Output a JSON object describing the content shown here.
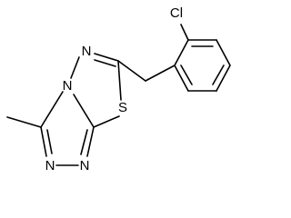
{
  "molecule": {
    "atoms": [
      {
        "id": "cl",
        "element": "Cl",
        "label": "Cl",
        "color": "#000000"
      },
      {
        "id": "n_imine",
        "element": "N",
        "label": "N",
        "color": "#000000"
      },
      {
        "id": "n_bridge",
        "element": "N",
        "label": "N",
        "color": "#000000"
      },
      {
        "id": "s_ring",
        "element": "S",
        "label": "S",
        "color": "#000000"
      },
      {
        "id": "n_bottom_left",
        "element": "N",
        "label": "N",
        "color": "#000000"
      },
      {
        "id": "n_bottom_right",
        "element": "N",
        "label": "N",
        "color": "#000000"
      }
    ],
    "bond_color": "#000000",
    "background": "#ffffff"
  }
}
